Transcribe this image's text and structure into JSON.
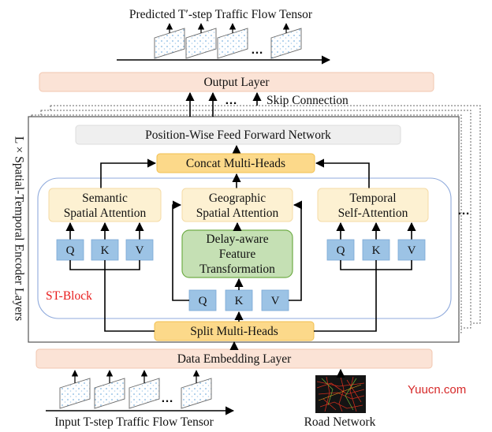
{
  "diagram": {
    "top_title": "Predicted T′-step Traffic Flow Tensor",
    "output_layer": "Output Layer",
    "skip_connection": "Skip Connection",
    "encoder_side_label": "L × Spatial-Temporal Encoder Layers",
    "ffn": "Position-Wise Feed Forward Network",
    "concat": "Concat Multi-Heads",
    "semantic": {
      "line1": "Semantic",
      "line2": "Spatial Attention"
    },
    "geographic": {
      "line1": "Geographic",
      "line2": "Spatial Attention"
    },
    "temporal": {
      "line1": "Temporal",
      "line2": "Self-Attention"
    },
    "delay": {
      "line1": "Delay-aware",
      "line2": "Feature",
      "line3": "Transformation"
    },
    "qkv": {
      "q": "Q",
      "k": "K",
      "v": "V"
    },
    "st_block": "ST-Block",
    "split": "Split Multi-Heads",
    "data_embedding": "Data Embedding Layer",
    "bottom_input": "Input T-step Traffic Flow Tensor",
    "road_network": "Road Network",
    "ellipsis": "…",
    "ellipsis_side": "⋮",
    "watermark": "Yuucn.com"
  },
  "colors": {
    "peach": "#fbe3d6",
    "light_gray": "#efefef",
    "yellow": "#fcd98a",
    "cream": "#fdf1d2",
    "blue": "#9cc3e5",
    "green": "#c5e0b4",
    "green_border": "#70ad47",
    "st_block_text": "#e81b1b",
    "block_border": "#8faadc",
    "watermark": "#d62828"
  }
}
